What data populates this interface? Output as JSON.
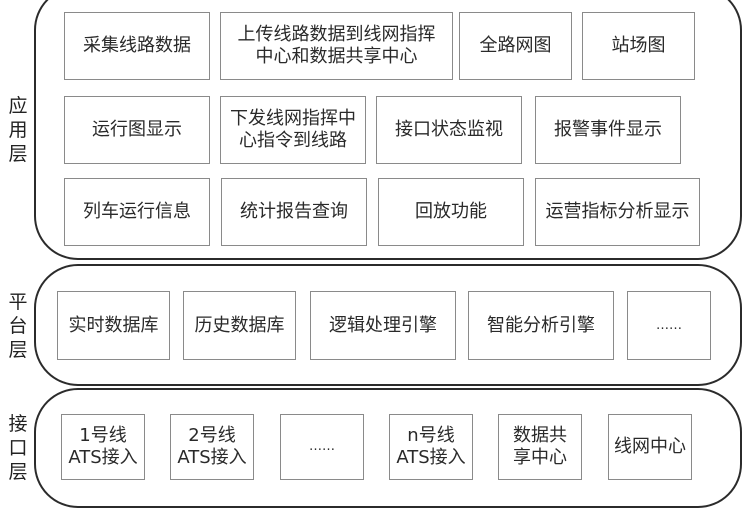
{
  "layers": {
    "application": {
      "label": "应\n用\n层",
      "rows": [
        [
          "采集线路数据",
          "上传线路数据到线网指挥\n中心和数据共享中心",
          "全路网图",
          "站场图"
        ],
        [
          "运行图显示",
          "下发线网指挥中\n心指令到线路",
          "接口状态监视",
          "报警事件显示"
        ],
        [
          "列车运行信息",
          "统计报告查询",
          "回放功能",
          "运营指标分析显示"
        ]
      ]
    },
    "platform": {
      "label": "平\n台\n层",
      "items": [
        "实时数据库",
        "历史数据库",
        "逻辑处理引擎",
        "智能分析引擎",
        "……"
      ]
    },
    "interface": {
      "label": "接\n口\n层",
      "items": [
        "1号线\nATS接入",
        "2号线\nATS接入",
        "……",
        "n号线\nATS接入",
        "数据共\n享中心",
        "线网中心"
      ]
    }
  }
}
